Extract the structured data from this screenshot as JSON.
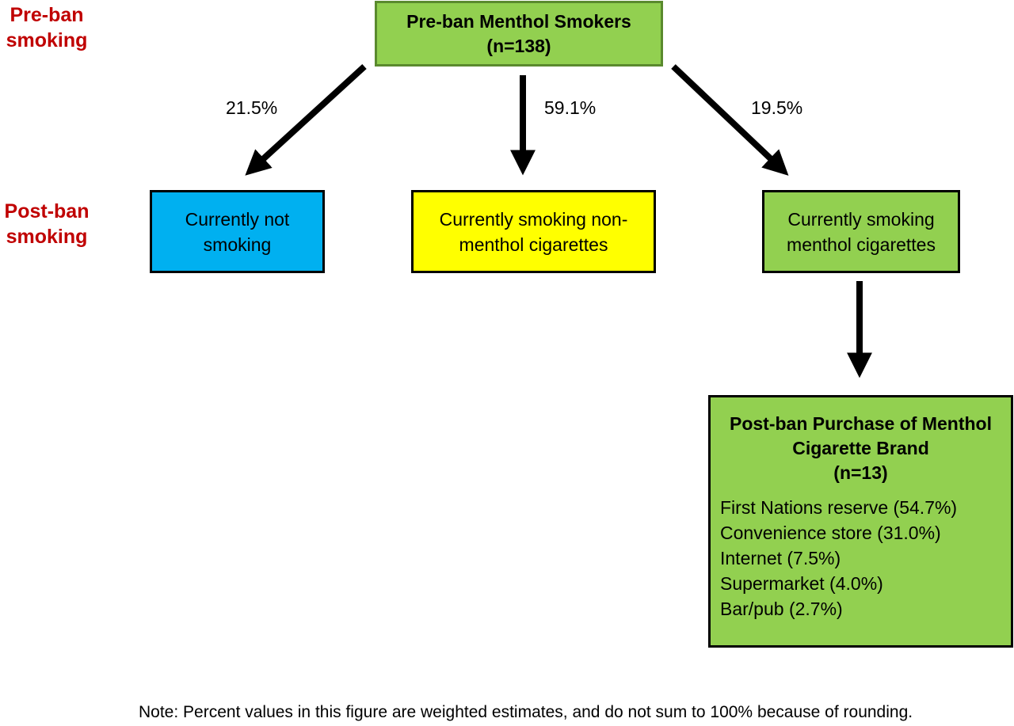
{
  "row_labels": {
    "pre_ban": "Pre-ban smoking",
    "post_ban": "Post-ban smoking"
  },
  "top_box": {
    "title": "Pre-ban Menthol Smokers",
    "n": "(n=138)"
  },
  "branches": [
    {
      "percent": "21.5%",
      "label": "Currently not smoking",
      "color": "#00b0f0"
    },
    {
      "percent": "59.1%",
      "label": "Currently smoking non-menthol cigarettes",
      "color": "#ffff00"
    },
    {
      "percent": "19.5%",
      "label": "Currently smoking menthol cigarettes",
      "color": "#92d050"
    }
  ],
  "purchase_box": {
    "title": "Post-ban Purchase of Menthol Cigarette Brand",
    "n": "(n=13)",
    "outlets": [
      "First Nations reserve (54.7%)",
      "Convenience store (31.0%)",
      "Internet (7.5%)",
      "Supermarket (4.0%)",
      "Bar/pub (2.7%)"
    ]
  },
  "note": "Note: Percent values in this figure are weighted estimates, and do not sum to 100% because of rounding."
}
